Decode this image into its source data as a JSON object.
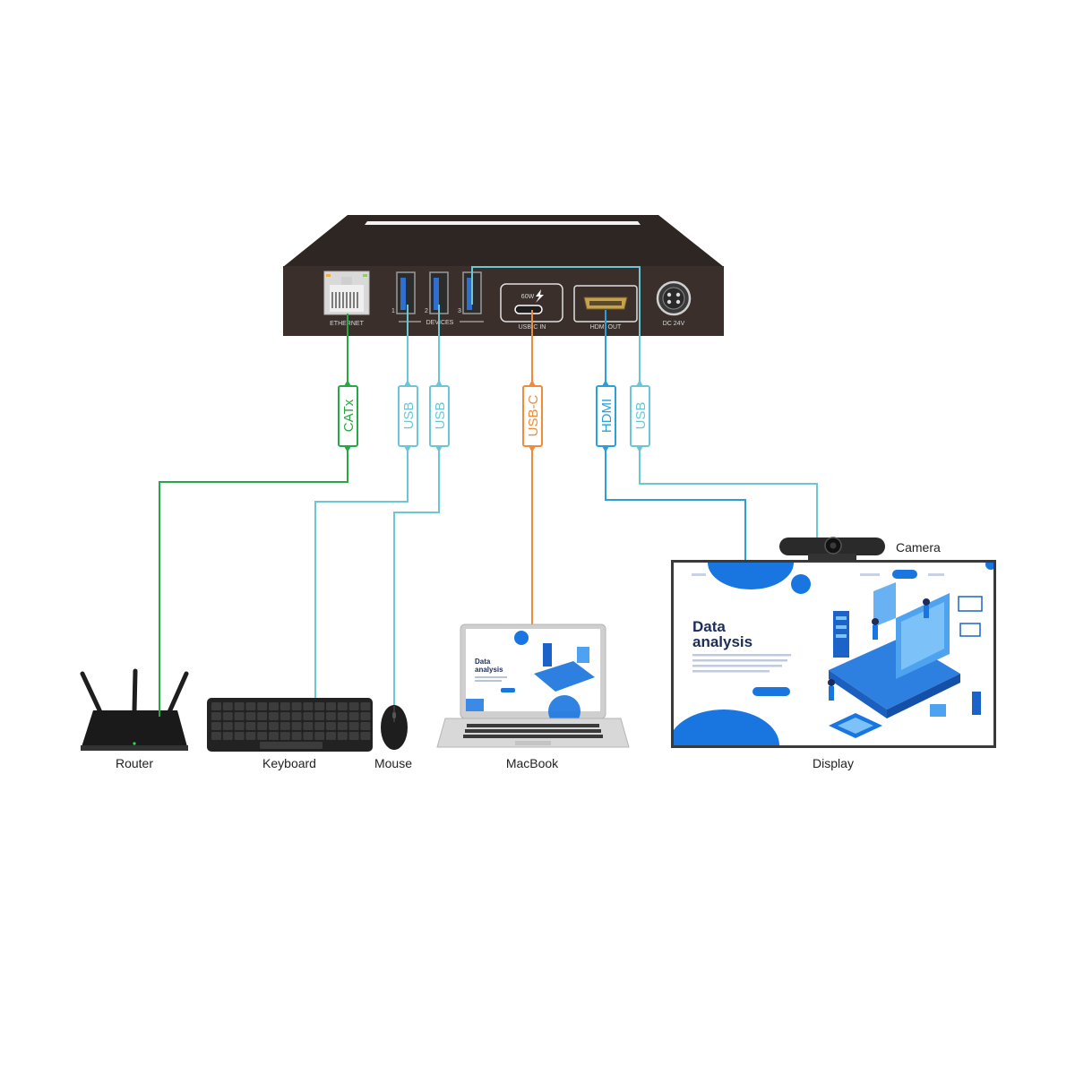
{
  "extender": {
    "ports": {
      "ethernet": "ETHERNET",
      "devices": "DEVICES",
      "usb_numbers": [
        "1",
        "2",
        "3"
      ],
      "usbc_power": "60W",
      "usbc": "USB-C IN",
      "hdmi": "HDMI OUT",
      "dc": "DC 24V"
    }
  },
  "cables": {
    "catx": "CATx",
    "usb_keyboard": "USB",
    "usb_mouse": "USB",
    "usbc": "USB-C",
    "hdmi": "HDMI",
    "usb_camera": "USB"
  },
  "colors": {
    "catx": "#27a844",
    "usb": "#6cc7d4",
    "usbc": "#ee8c3a",
    "hdmi": "#2a9fd8",
    "usb_camera": "#6cc7d4"
  },
  "devices": {
    "router": "Router",
    "keyboard": "Keyboard",
    "mouse": "Mouse",
    "macbook": "MacBook",
    "display": "Display",
    "camera": "Camera"
  },
  "screen": {
    "display_title_line1": "Data",
    "display_title_line2": "analysis",
    "laptop_title_line1": "Data",
    "laptop_title_line2": "analysis"
  }
}
